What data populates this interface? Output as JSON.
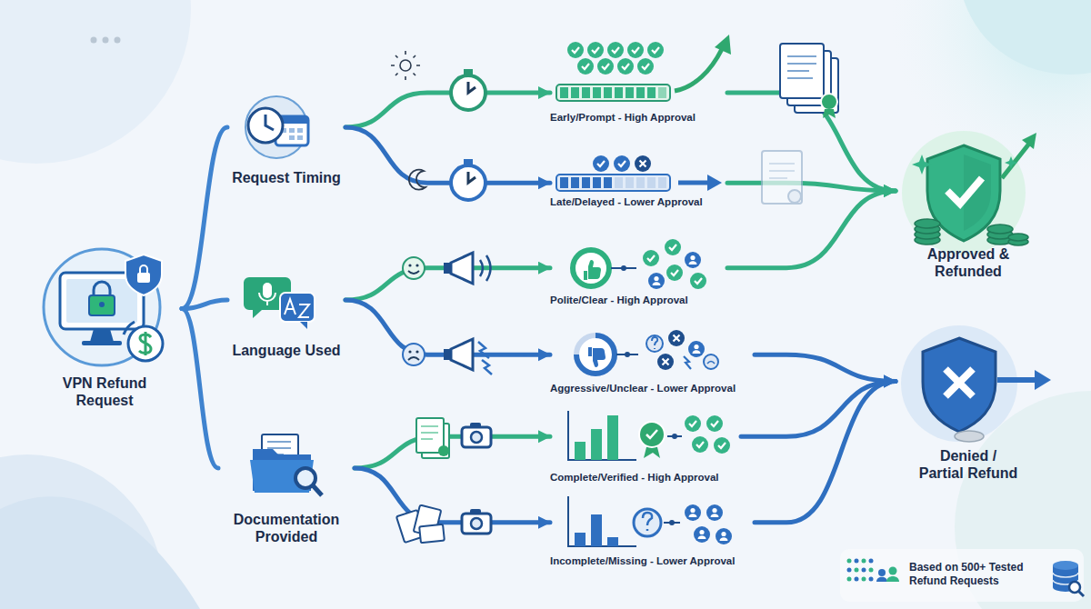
{
  "diagram": {
    "nodes": [
      {
        "text": [
          "VPN Refund Request"
        ]
      },
      {
        "text": [
          "Request Timing"
        ]
      },
      {
        "text": [
          "Language Used"
        ]
      },
      {
        "text": [
          "Documentation Provided"
        ]
      },
      {
        "text": [
          "Early/Prompt - High Approval"
        ]
      },
      {
        "text": [
          "Late/Delayed - Lower Approval"
        ]
      },
      {
        "text": [
          "Polite/Clear - High Approval"
        ]
      },
      {
        "text": [
          "Aggressive/Unclear - Lower Approval"
        ]
      },
      {
        "text": [
          "Complete/Verified - High Approval"
        ]
      },
      {
        "text": [
          "Incomplete/Missing - Lower Approval"
        ]
      },
      {
        "text": [
          "Approved & Refunded"
        ]
      },
      {
        "text": [
          "Denied / Partial Refund"
        ]
      }
    ],
    "edges": [
      {
        "from": 0,
        "to": 1,
        "arrow": "none"
      },
      {
        "from": 0,
        "to": 2,
        "arrow": "none"
      },
      {
        "from": 0,
        "to": 3,
        "arrow": "none"
      },
      {
        "from": 1,
        "to": 4,
        "arrow": "to"
      },
      {
        "from": 1,
        "to": 5,
        "arrow": "to"
      },
      {
        "from": 2,
        "to": 6,
        "arrow": "to"
      },
      {
        "from": 2,
        "to": 7,
        "arrow": "to"
      },
      {
        "from": 3,
        "to": 8,
        "arrow": "to"
      },
      {
        "from": 3,
        "to": 9,
        "arrow": "to"
      },
      {
        "from": 4,
        "to": 10,
        "arrow": "to"
      },
      {
        "from": 5,
        "to": 10,
        "arrow": "to"
      },
      {
        "from": 6,
        "to": 10,
        "arrow": "to"
      },
      {
        "from": 7,
        "to": 11,
        "arrow": "to"
      },
      {
        "from": 8,
        "to": 11,
        "arrow": "to"
      },
      {
        "from": 9,
        "to": 11,
        "arrow": "to"
      }
    ],
    "labels": [
      "Based on 500+ Tested Refund Requests"
    ]
  }
}
